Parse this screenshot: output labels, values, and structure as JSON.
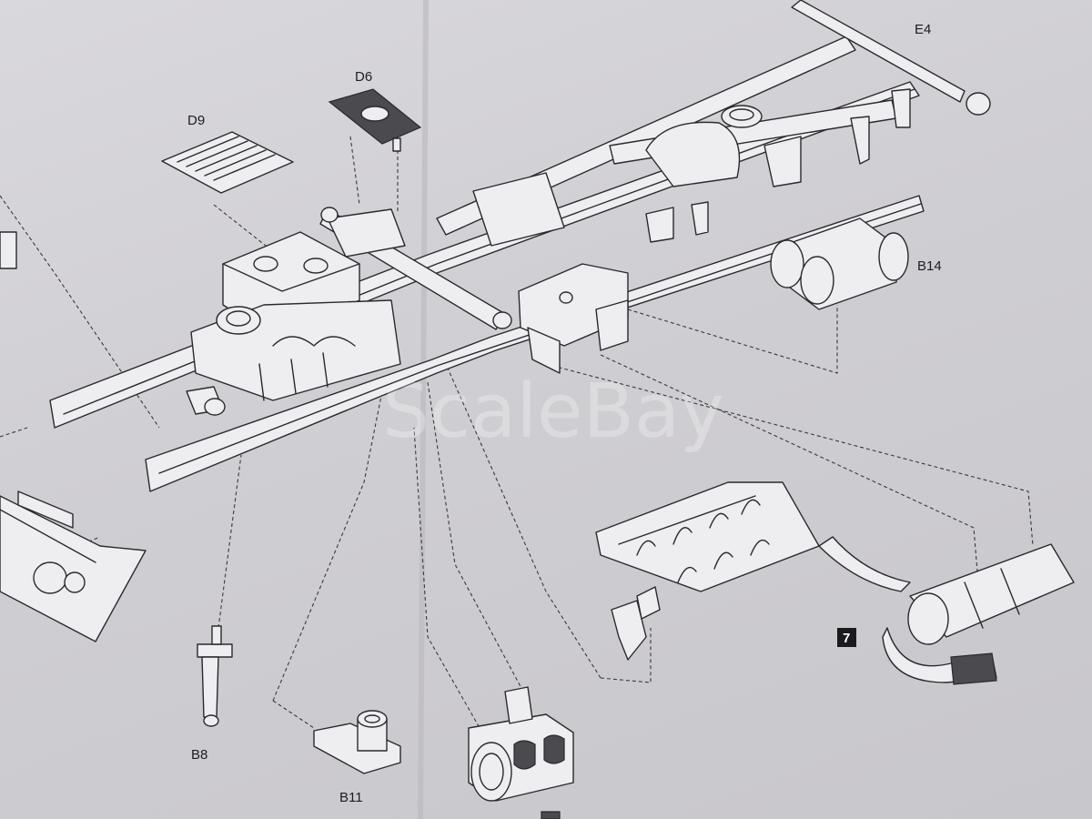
{
  "watermark": "ScaleBay",
  "step": {
    "number": "7"
  },
  "parts": {
    "e4": "E4",
    "d6": "D6",
    "d9": "D9",
    "b14": "B14",
    "b8": "B8",
    "b11": "B11"
  },
  "colors": {
    "paper": "#d4d3d7",
    "ink": "#2a2a2d",
    "part_fill": "#eeedf0"
  }
}
